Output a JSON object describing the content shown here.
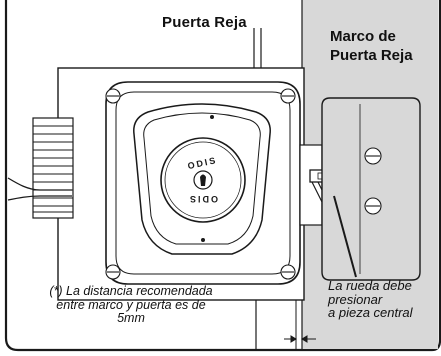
{
  "labels": {
    "door": "Puerta Reja",
    "frame_line1": "Marco de",
    "frame_line2": "Puerta Reja",
    "wheel_line1": "La rueda debe",
    "wheel_line2": "presionar",
    "wheel_line3": "a pieza central",
    "distance_line1": "(*) La distancia recomendada",
    "distance_line2": "entre marco y puerta es de",
    "distance_line3": "5mm"
  },
  "lock_brand": {
    "top": "ODIS",
    "bottom": "ODIS"
  },
  "colors": {
    "frame_fill": "#d8d8d8",
    "line": "#1a1a1a",
    "lock_body": "#ffffff"
  }
}
